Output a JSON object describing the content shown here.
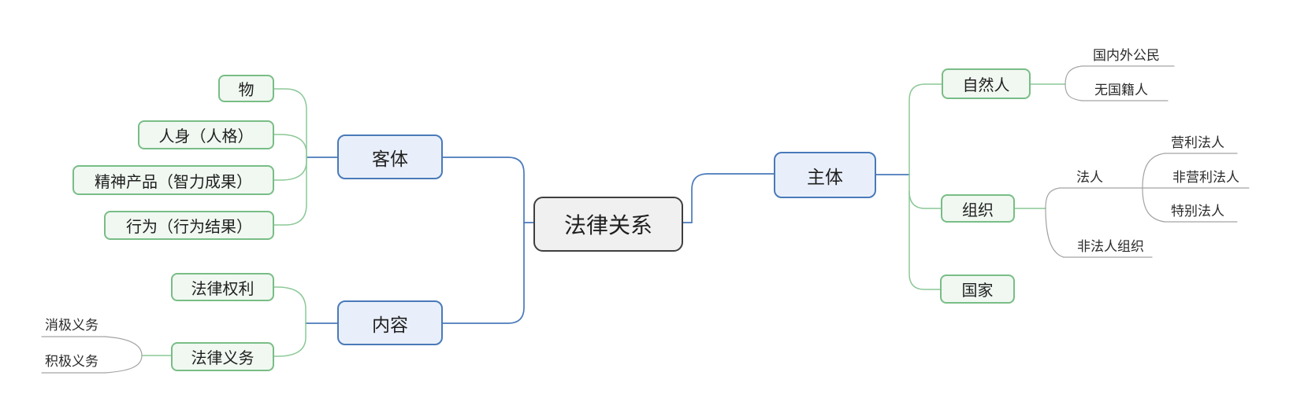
{
  "mindmap": {
    "root": "法律关系",
    "keti": "客体",
    "wu": "物",
    "renshen": "人身（人格）",
    "jingshen": "精神产品（智力成果）",
    "xingwei": "行为（行为结果）",
    "neirong": "内容",
    "quanli": "法律权利",
    "yiwu": "法律义务",
    "xiaoji": "消极义务",
    "jiji": "积极义务",
    "zhuti": "主体",
    "ziranren": "自然人",
    "guoneiwai": "国内外公民",
    "wuguoji": "无国籍人",
    "zuzhi": "组织",
    "faren": "法人",
    "yingli": "营利法人",
    "feiyingli": "非营利法人",
    "tebie": "特别法人",
    "feifaren": "非法人组织",
    "guojia": "国家"
  },
  "colors": {
    "root_border": "#3f3f3f",
    "root_fill": "#f0f0f0",
    "blue_border": "#4a7ab9",
    "blue_fill": "#e9effa",
    "green_border": "#79bd86",
    "green_fill": "#f0f8f1",
    "blue_line": "#4a7ab9",
    "green_line": "#8cc897",
    "gray_line": "#a3a3a3",
    "text": "#1f1f1f"
  }
}
